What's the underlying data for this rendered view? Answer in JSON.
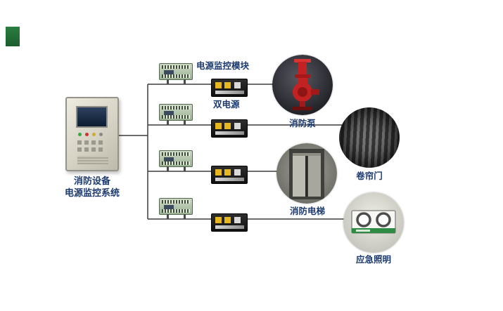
{
  "diagram": {
    "system_label": {
      "line1": "消防设备",
      "line2": "电源监控系统"
    },
    "module_label": "电源监控模块",
    "dual_power_label": "双电源",
    "branches": [
      {
        "id": "fire-pump",
        "label": "消防泵"
      },
      {
        "id": "roller-shutter",
        "label": "卷帘门"
      },
      {
        "id": "fire-elevator",
        "label": "消防电梯"
      },
      {
        "id": "emergency-lighting",
        "label": "应急照明"
      }
    ]
  },
  "colors": {
    "label_text": "#1c3a6e",
    "wire": "#3c3c3c",
    "corner_mark_green": "#1b5e2e",
    "module_body_green": "#9cb494",
    "ats_body_black": "#1a1a1a",
    "ats_handle_yellow": "#e6b71e",
    "pump_red": "#c32222",
    "emergency_green": "#2e8b44"
  }
}
